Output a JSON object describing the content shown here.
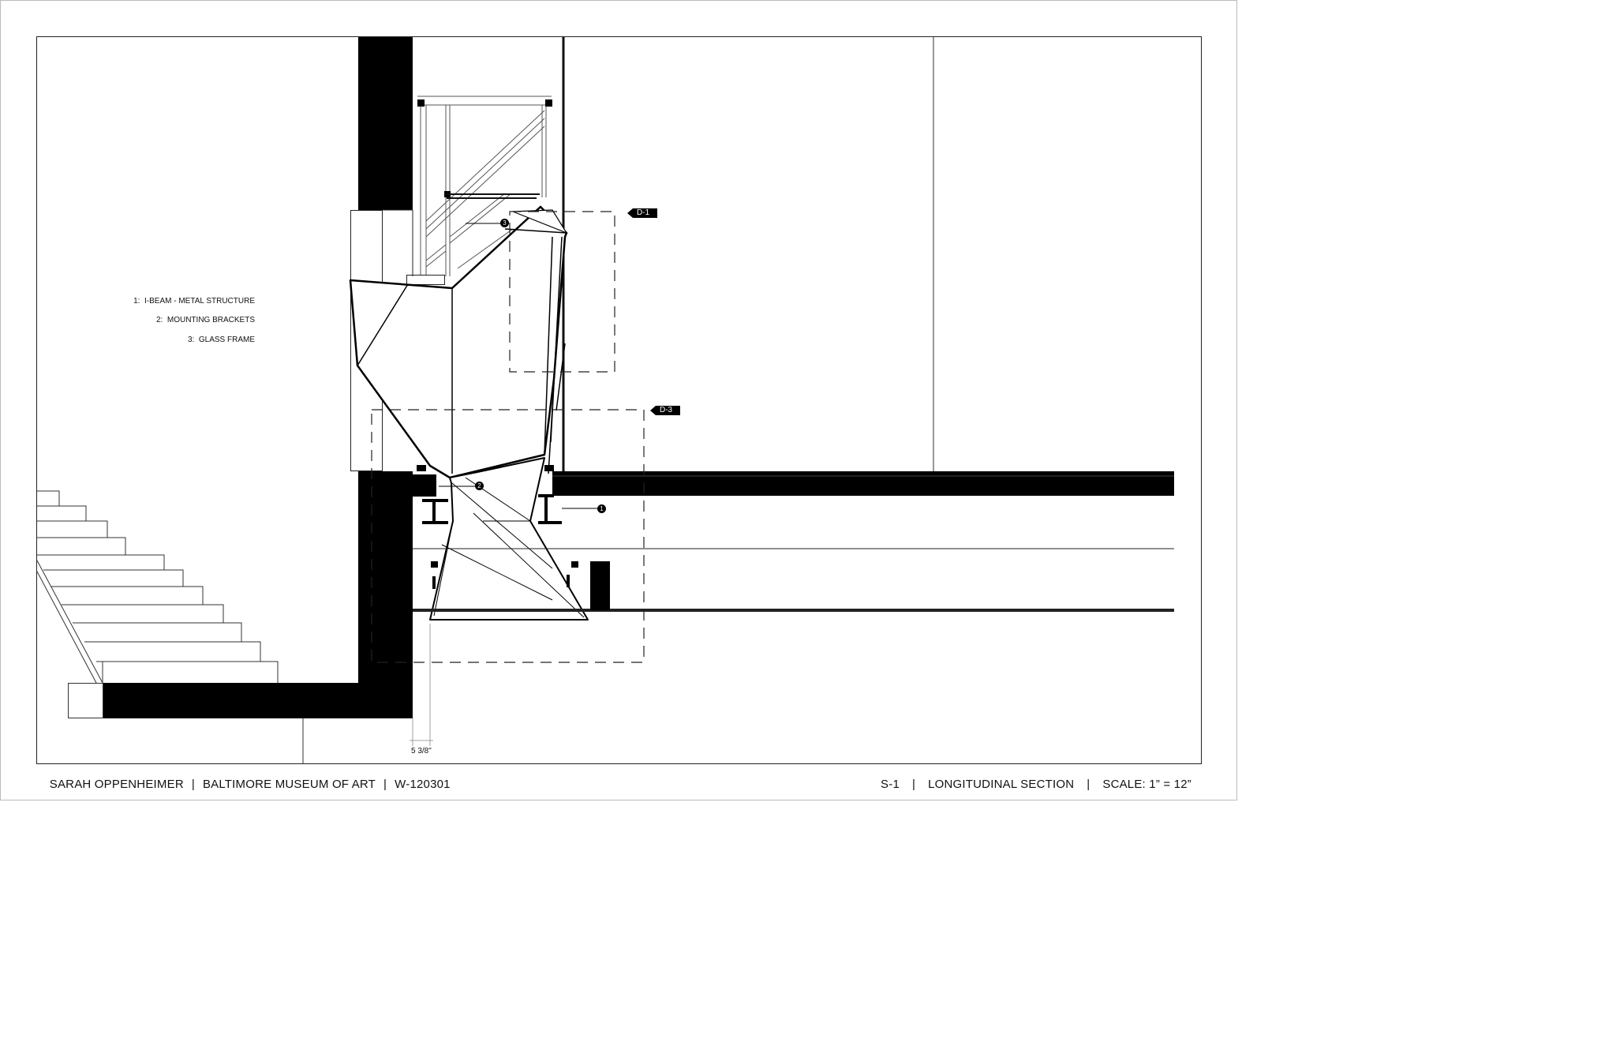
{
  "legend": [
    {
      "text": "1:  I-BEAM - METAL STRUCTURE"
    },
    {
      "text": "2:  MOUNTING BRACKETS"
    },
    {
      "text": "3:  GLASS FRAME"
    }
  ],
  "callouts": [
    {
      "tag": "D-1"
    },
    {
      "tag": "D-3"
    }
  ],
  "markers": [
    "1",
    "2",
    "3"
  ],
  "dimension": "5 3/8\"",
  "footer_left": {
    "author": "SARAH OPPENHEIMER",
    "venue": "BALTIMORE MUSEUM OF ART",
    "work": "W-120301"
  },
  "footer_right": {
    "sheet": "S-1",
    "title": "LONGITUDINAL SECTION",
    "scale": "SCALE: 1” = 12”"
  },
  "separator": "|"
}
